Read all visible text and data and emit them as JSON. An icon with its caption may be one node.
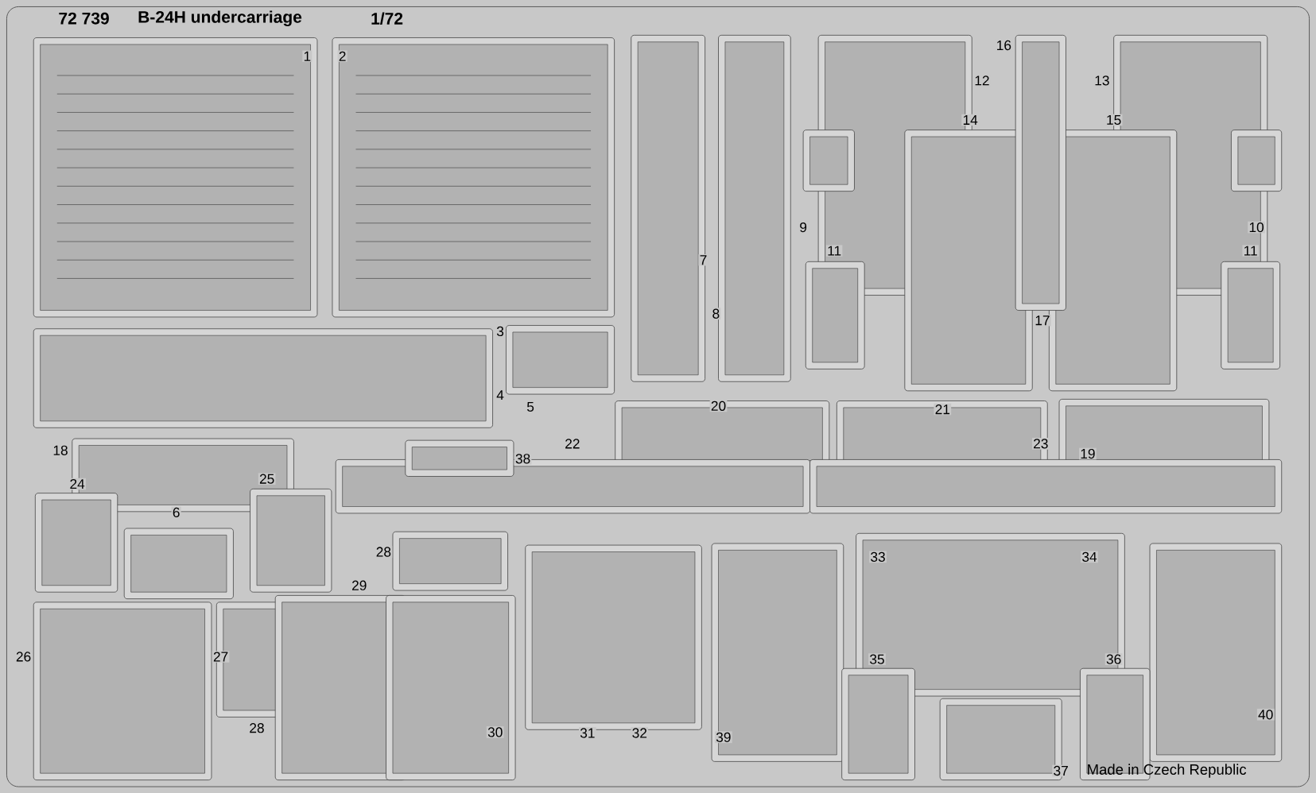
{
  "diagram": {
    "title": "B-24H undercarriage",
    "labels": [
      "72 739",
      "1/72",
      "1",
      "2",
      "16",
      "12",
      "13",
      "14",
      "15",
      "9",
      "10",
      "11",
      "11",
      "7",
      "8",
      "17",
      "3",
      "4",
      "5",
      "20",
      "21",
      "22",
      "23",
      "18",
      "19",
      "38",
      "25",
      "24",
      "6",
      "28",
      "33",
      "34",
      "29",
      "26",
      "27",
      "35",
      "36",
      "40",
      "28",
      "30",
      "31",
      "32",
      "39",
      "37",
      "Made in Czech Republic"
    ]
  }
}
